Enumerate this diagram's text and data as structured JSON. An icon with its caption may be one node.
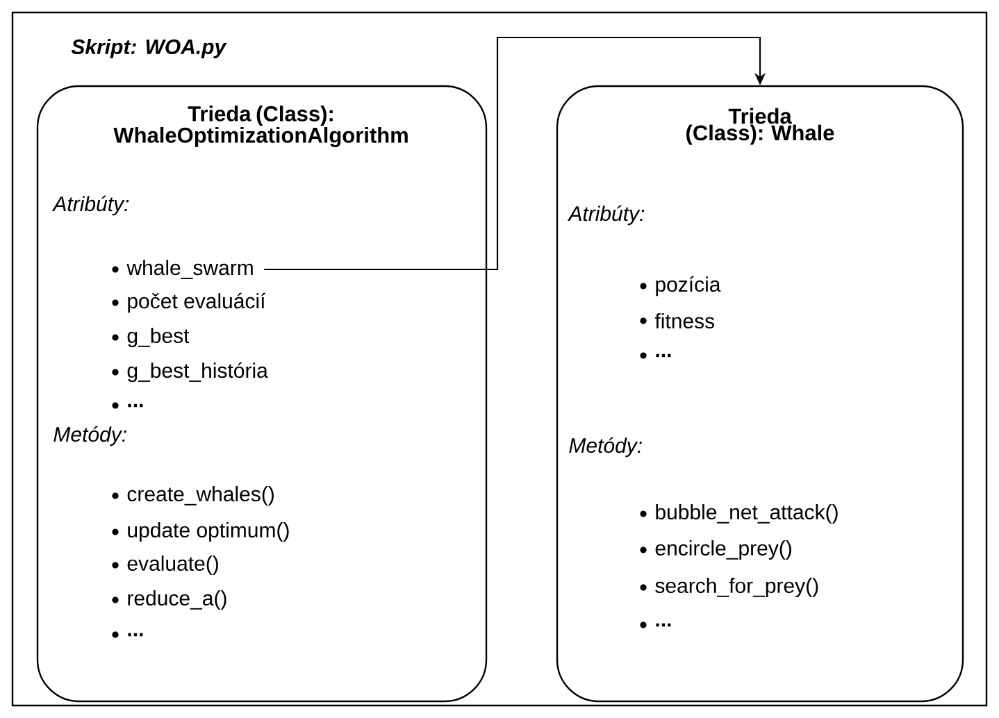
{
  "diagram": {
    "nodes": [
      {
        "text": [
          "Skript: WOA.py"
        ]
      },
      {
        "text": [
          "Trieda (Class): WhaleOptimizationAlgorithm",
          "Atribúty:",
          "počet evaluácií",
          "g_best",
          "g_best_história",
          "...",
          "Metódy:",
          "create_whales()",
          "update optimum()",
          "evaluate()",
          "reduce_a()",
          "..."
        ],
        "in": 0
      },
      {
        "text": [
          "whale_swarm"
        ],
        "in": 1
      },
      {
        "text": [
          "Trieda (Class): Whale",
          "Atribúty:",
          "pozícia",
          "fitness",
          "...",
          "Metódy:",
          "bubble_net_attack()",
          "encircle_prey()",
          "search_for_prey()",
          "..."
        ],
        "in": 0
      }
    ],
    "edges": [
      {
        "from": 2,
        "to": 3,
        "arrow": "to"
      }
    ]
  }
}
